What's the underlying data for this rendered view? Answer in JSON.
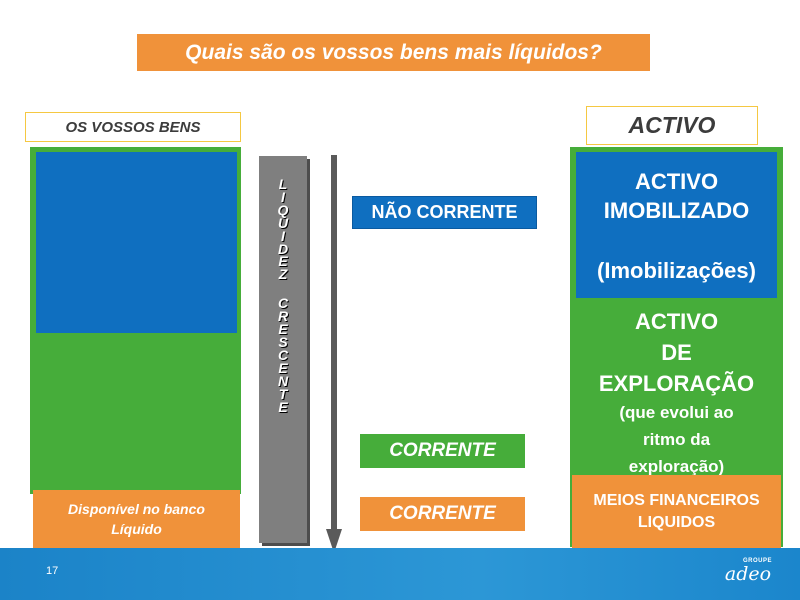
{
  "title": "Quais são os vossos bens mais líquidos?",
  "left_label": "OS VOSSOS BENS",
  "right_label": "ACTIVO",
  "liquidity_letters": [
    "L",
    "I",
    "Q",
    "U",
    "I",
    "D",
    "E",
    "Z",
    "",
    "C",
    "R",
    "E",
    "S",
    "C",
    "E",
    "N",
    "T",
    "E"
  ],
  "tags": {
    "nao_corrente": "NÃO CORRENTE",
    "corrente_1": "CORRENTE",
    "corrente_2": "CORRENTE"
  },
  "left_bottom": {
    "line1": "Disponível no banco",
    "line2": "Líquido"
  },
  "right_blocks": {
    "imobilizado": {
      "line1": "ACTIVO",
      "line2": "IMOBILIZADO",
      "line3": "(Imobilizações)"
    },
    "exploracao": {
      "line1": "ACTIVO",
      "line2": "DE",
      "line3": "EXPLORAÇÃO",
      "sub1": "(que evolui ao",
      "sub2": "ritmo da",
      "sub3": "exploração)"
    },
    "meios": {
      "line1": "MEIOS FINANCEIROS",
      "line2": "LIQUIDOS"
    }
  },
  "page_number": "17",
  "logo": {
    "top": "GROUPE",
    "main": "adeo"
  },
  "colors": {
    "orange": "#f0923a",
    "green": "#46ad3a",
    "blue": "#0f6fc0",
    "gray": "#7f7f7f",
    "footer": "#1b83c8"
  }
}
